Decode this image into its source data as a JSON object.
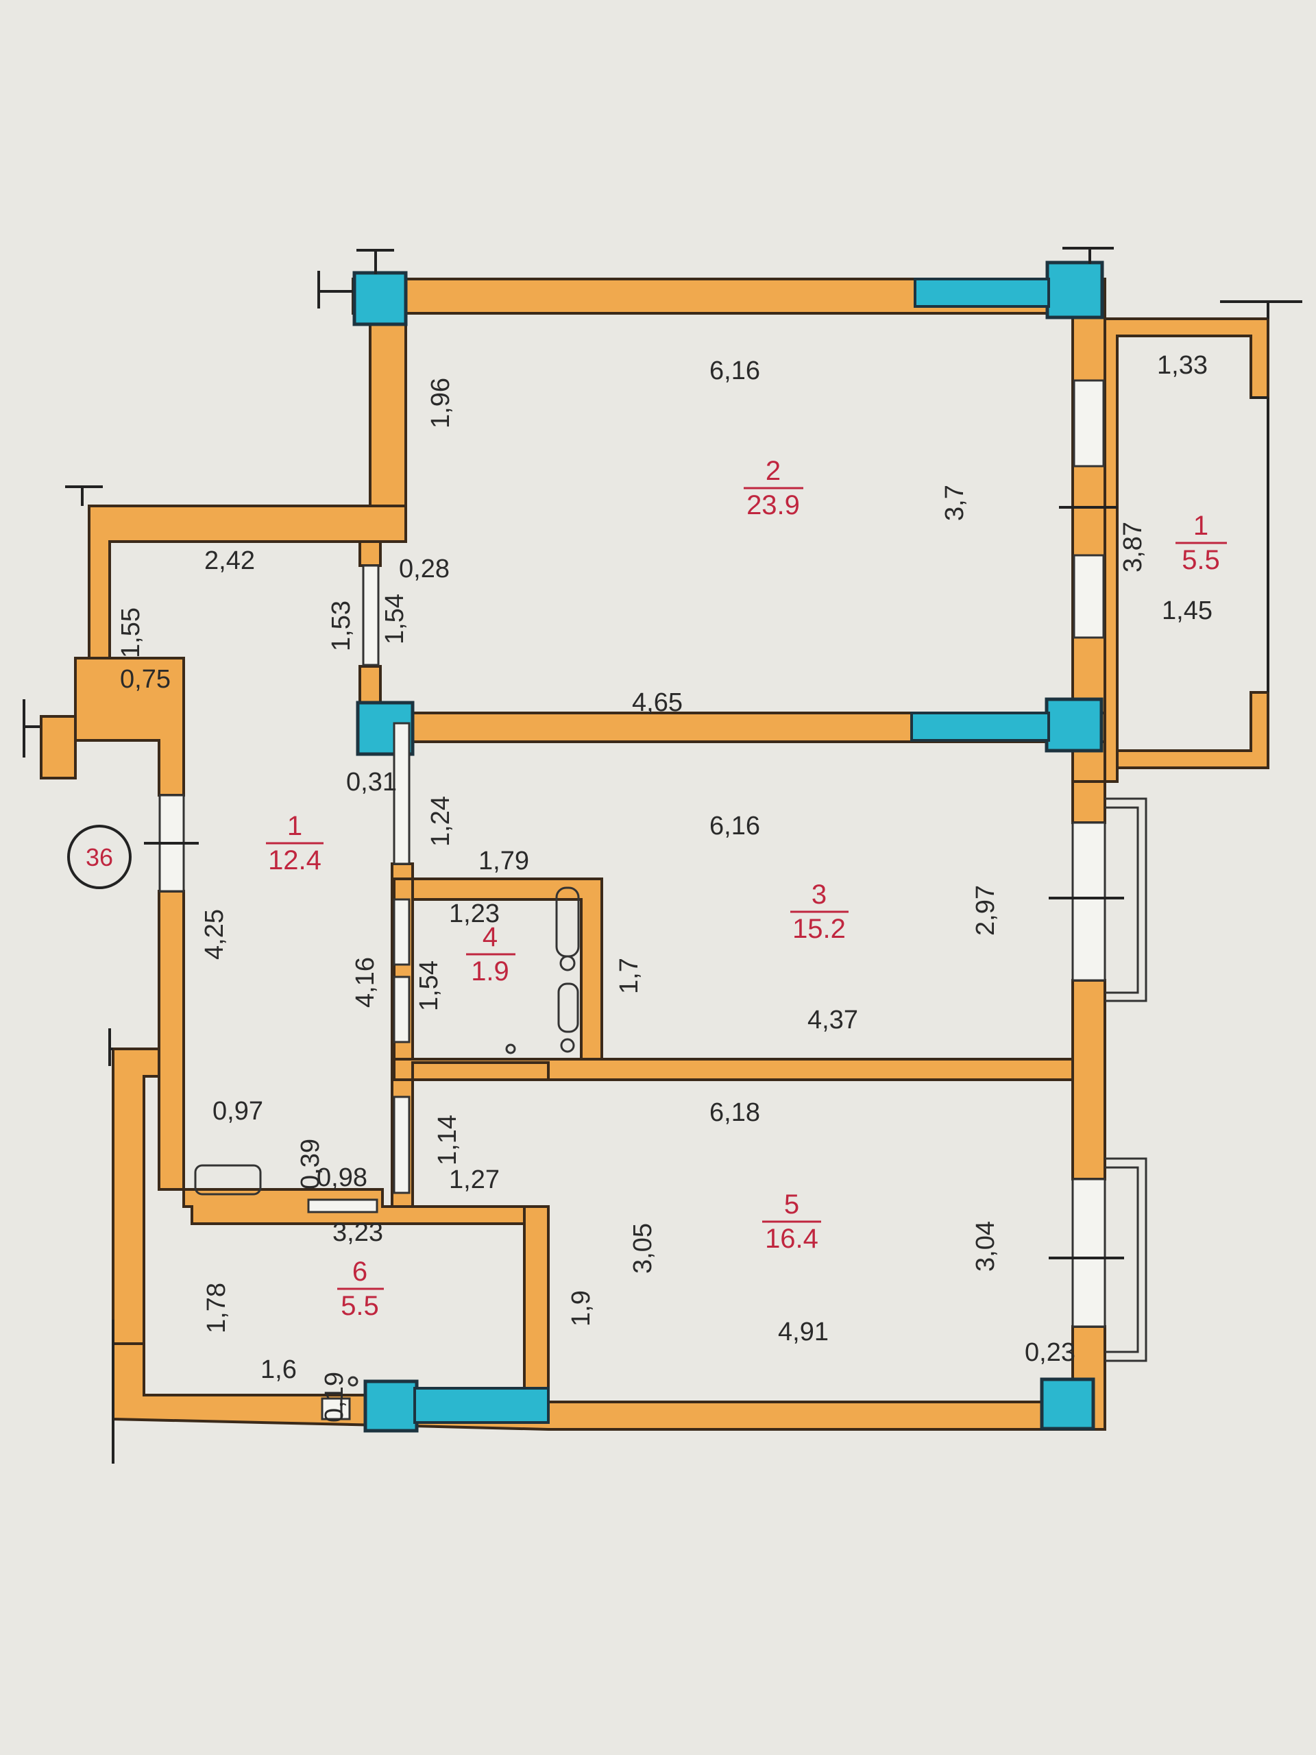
{
  "apartment_number": "36",
  "rooms": [
    {
      "id": "balcony",
      "number": "1",
      "area": "5.5"
    },
    {
      "id": "living",
      "number": "2",
      "area": "23.9"
    },
    {
      "id": "hall",
      "number": "1",
      "area": "12.4"
    },
    {
      "id": "bedroom",
      "number": "3",
      "area": "15.2"
    },
    {
      "id": "bath",
      "number": "4",
      "area": "1.9"
    },
    {
      "id": "kitchen",
      "number": "5",
      "area": "16.4"
    },
    {
      "id": "wc",
      "number": "6",
      "area": "5.5"
    }
  ],
  "dimensions": {
    "living_top": "6,16",
    "living_left": "1,96",
    "living_right": "3,7",
    "living_bottom": "4,65",
    "balcony_top": "1,33",
    "balcony_side": "3,87",
    "balcony_width": "1,45",
    "hall_top": "2,42",
    "hall_left_upper": "1,55",
    "hall_left_small": "0,75",
    "hall_door_a": "1,53",
    "hall_door_b": "1,54",
    "hall_corner": "0,28",
    "hall_left": "4,25",
    "hall_right": "4,16",
    "hall_bottom": "0,97",
    "hall_gap": "0,31",
    "bedroom_top": "6,16",
    "bedroom_left": "1,24",
    "bedroom_inner": "1,79",
    "bedroom_right": "2,97",
    "bedroom_bottom": "4,37",
    "bath_top": "1,23",
    "bath_left": "1,54",
    "bath_right": "1,7",
    "kitchen_top": "6,18",
    "kitchen_door": "1,14",
    "kitchen_inner": "1,27",
    "kitchen_left": "3,05",
    "kitchen_right": "3,04",
    "kitchen_bottom": "4,91",
    "kitchen_corner": "0,23",
    "kitchen_wall": "1,9",
    "wc_gap_a": "0,39",
    "wc_gap_b": "0,98",
    "wc_top": "3,23",
    "wc_left": "1,78",
    "wc_bottom": "1,6",
    "wc_corner": "0,19"
  }
}
